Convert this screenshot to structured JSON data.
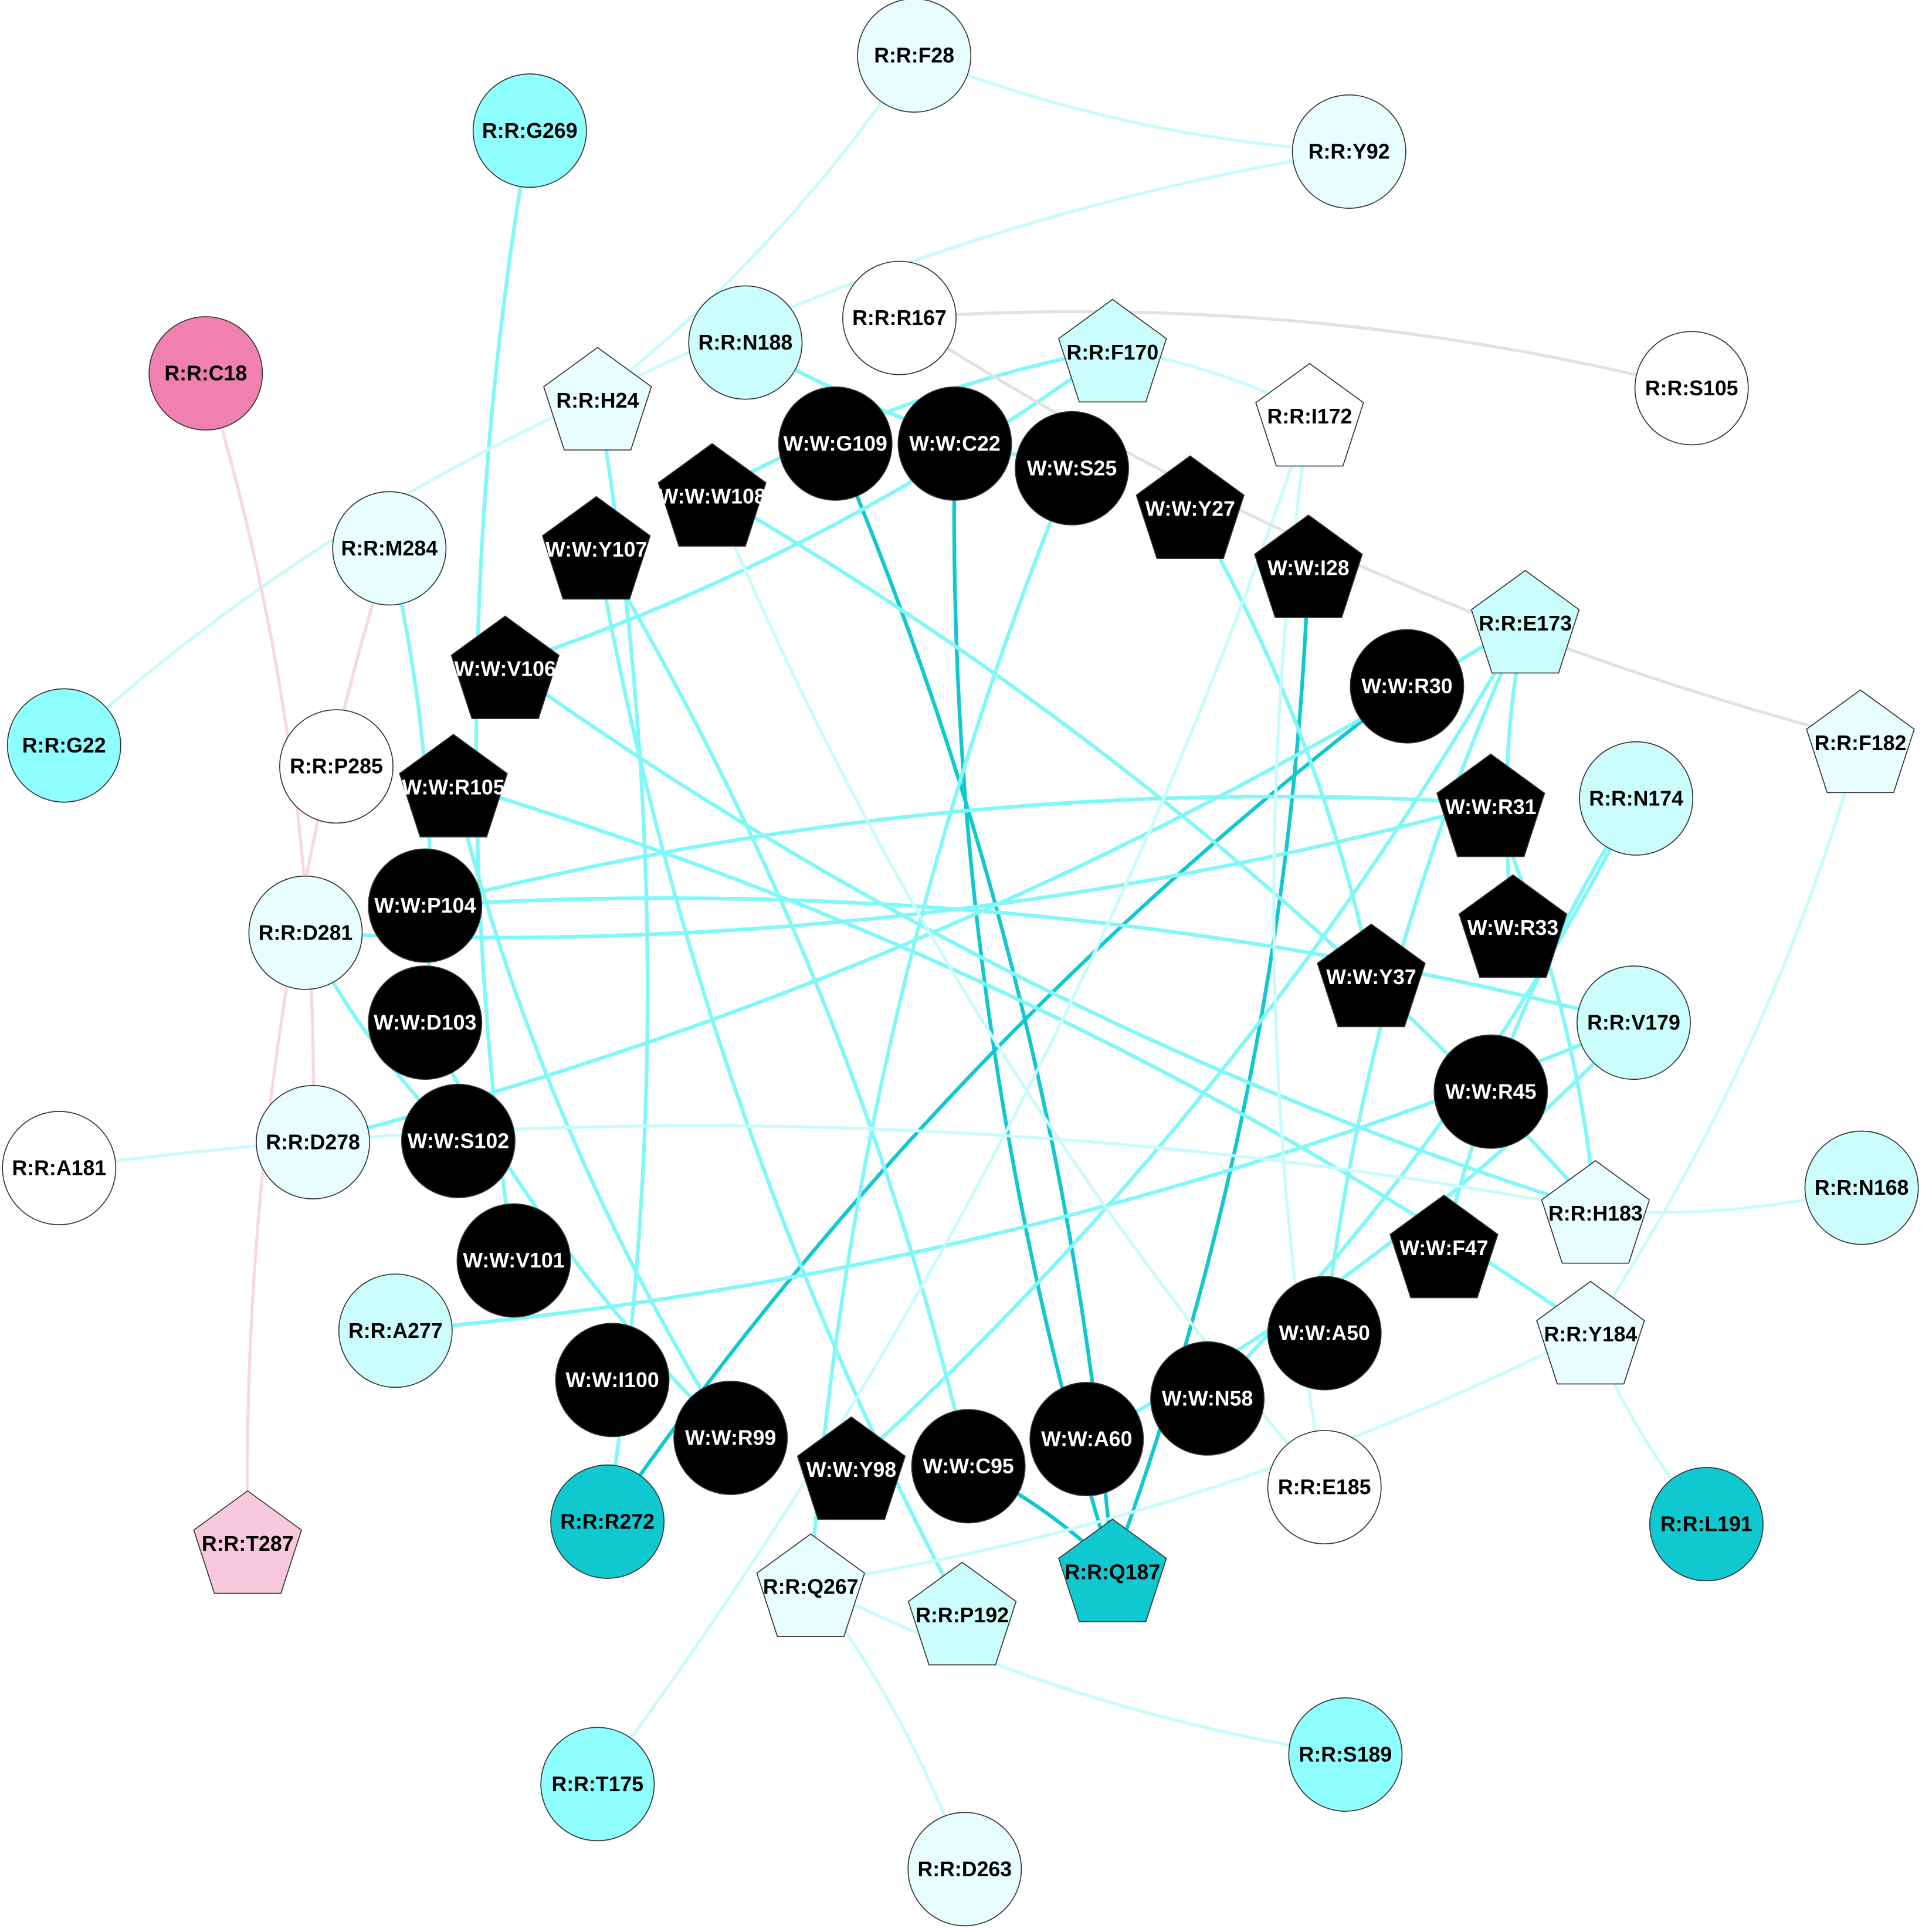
{
  "colors": {
    "strong": "#10c8d0",
    "medium": "#80f8f8",
    "weak": "#c8fcfc",
    "grey": "#e2e2e2",
    "pink": "#f8d8e4"
  },
  "nodes": [
    {
      "id": "R:R:F28",
      "shape": "circle",
      "fill": "#e8fefe"
    },
    {
      "id": "R:R:G269",
      "shape": "circle",
      "fill": "#8ffefe"
    },
    {
      "id": "R:R:Y92",
      "shape": "circle",
      "fill": "#e8fefe"
    },
    {
      "id": "R:R:C18",
      "shape": "circle",
      "fill": "#f080b0"
    },
    {
      "id": "R:R:N188",
      "shape": "circle",
      "fill": "#ccfdfd"
    },
    {
      "id": "R:R:R167",
      "shape": "circle",
      "fill": "#ffffff"
    },
    {
      "id": "R:R:F170",
      "shape": "pentagon",
      "fill": "#ccfdfd"
    },
    {
      "id": "R:R:S105",
      "shape": "circle",
      "fill": "#ffffff"
    },
    {
      "id": "R:R:H24",
      "shape": "pentagon",
      "fill": "#e8fefe"
    },
    {
      "id": "R:R:I172",
      "shape": "pentagon",
      "fill": "#ffffff"
    },
    {
      "id": "R:R:M284",
      "shape": "circle",
      "fill": "#e8fefe"
    },
    {
      "id": "R:R:E173",
      "shape": "pentagon",
      "fill": "#ccfdfd"
    },
    {
      "id": "R:R:G22",
      "shape": "circle",
      "fill": "#8ffefe"
    },
    {
      "id": "R:R:F182",
      "shape": "pentagon",
      "fill": "#e8fefe"
    },
    {
      "id": "R:R:P285",
      "shape": "circle",
      "fill": "#ffffff"
    },
    {
      "id": "R:R:N174",
      "shape": "circle",
      "fill": "#ccfdfd"
    },
    {
      "id": "R:R:D281",
      "shape": "circle",
      "fill": "#e8fefe"
    },
    {
      "id": "R:R:V179",
      "shape": "circle",
      "fill": "#ccfdfd"
    },
    {
      "id": "R:R:D278",
      "shape": "circle",
      "fill": "#e8fefe"
    },
    {
      "id": "R:R:A181",
      "shape": "circle",
      "fill": "#ffffff"
    },
    {
      "id": "R:R:N168",
      "shape": "circle",
      "fill": "#ccfdfd"
    },
    {
      "id": "R:R:H183",
      "shape": "pentagon",
      "fill": "#e8fefe"
    },
    {
      "id": "R:R:A277",
      "shape": "circle",
      "fill": "#ccfdfd"
    },
    {
      "id": "R:R:Y184",
      "shape": "pentagon",
      "fill": "#e8fefe"
    },
    {
      "id": "R:R:E185",
      "shape": "circle",
      "fill": "#ffffff"
    },
    {
      "id": "R:R:L191",
      "shape": "circle",
      "fill": "#10c8d0"
    },
    {
      "id": "R:R:T287",
      "shape": "pentagon",
      "fill": "#f8c8dc"
    },
    {
      "id": "R:R:R272",
      "shape": "circle",
      "fill": "#10c8d0"
    },
    {
      "id": "R:R:Q187",
      "shape": "pentagon",
      "fill": "#10c8d0"
    },
    {
      "id": "R:R:Q267",
      "shape": "pentagon",
      "fill": "#e8fefe"
    },
    {
      "id": "R:R:P192",
      "shape": "pentagon",
      "fill": "#ccfdfd"
    },
    {
      "id": "R:R:T175",
      "shape": "circle",
      "fill": "#8ffefe"
    },
    {
      "id": "R:R:S189",
      "shape": "circle",
      "fill": "#8ffefe"
    },
    {
      "id": "R:R:D263",
      "shape": "circle",
      "fill": "#e8fefe"
    },
    {
      "id": "W:W:G109",
      "shape": "circle",
      "fill": "#000000"
    },
    {
      "id": "W:W:C22",
      "shape": "circle",
      "fill": "#000000"
    },
    {
      "id": "W:W:S25",
      "shape": "circle",
      "fill": "#000000"
    },
    {
      "id": "W:W:W108",
      "shape": "pentagon",
      "fill": "#000000"
    },
    {
      "id": "W:W:Y27",
      "shape": "pentagon",
      "fill": "#000000"
    },
    {
      "id": "W:W:Y107",
      "shape": "pentagon",
      "fill": "#000000"
    },
    {
      "id": "W:W:I28",
      "shape": "pentagon",
      "fill": "#000000"
    },
    {
      "id": "W:W:V106",
      "shape": "pentagon",
      "fill": "#000000"
    },
    {
      "id": "W:W:R30",
      "shape": "circle",
      "fill": "#000000"
    },
    {
      "id": "W:W:R105",
      "shape": "pentagon",
      "fill": "#000000"
    },
    {
      "id": "W:W:R31",
      "shape": "pentagon",
      "fill": "#000000"
    },
    {
      "id": "W:W:P104",
      "shape": "circle",
      "fill": "#000000"
    },
    {
      "id": "W:W:R33",
      "shape": "pentagon",
      "fill": "#000000"
    },
    {
      "id": "W:W:Y37",
      "shape": "pentagon",
      "fill": "#000000"
    },
    {
      "id": "W:W:D103",
      "shape": "circle",
      "fill": "#000000"
    },
    {
      "id": "W:W:R45",
      "shape": "circle",
      "fill": "#000000"
    },
    {
      "id": "W:W:S102",
      "shape": "circle",
      "fill": "#000000"
    },
    {
      "id": "W:W:F47",
      "shape": "pentagon",
      "fill": "#000000"
    },
    {
      "id": "W:W:V101",
      "shape": "circle",
      "fill": "#000000"
    },
    {
      "id": "W:W:A50",
      "shape": "circle",
      "fill": "#000000"
    },
    {
      "id": "W:W:I100",
      "shape": "circle",
      "fill": "#000000"
    },
    {
      "id": "W:W:N58",
      "shape": "circle",
      "fill": "#000000"
    },
    {
      "id": "W:W:R99",
      "shape": "circle",
      "fill": "#000000"
    },
    {
      "id": "W:W:A60",
      "shape": "circle",
      "fill": "#000000"
    },
    {
      "id": "W:W:Y98",
      "shape": "pentagon",
      "fill": "#000000"
    },
    {
      "id": "W:W:C95",
      "shape": "circle",
      "fill": "#000000"
    }
  ],
  "edges": [
    [
      "W:W:G109",
      "R:R:Q187",
      "strong"
    ],
    [
      "W:W:C22",
      "R:R:Q187",
      "strong"
    ],
    [
      "W:W:I28",
      "R:R:Q187",
      "strong"
    ],
    [
      "W:W:R30",
      "R:R:R272",
      "strong"
    ],
    [
      "W:W:C95",
      "R:R:Q187",
      "strong"
    ],
    [
      "R:R:G269",
      "W:W:V101",
      "medium"
    ],
    [
      "R:R:H24",
      "R:R:R272",
      "medium"
    ],
    [
      "R:R:N188",
      "W:W:S25",
      "medium"
    ],
    [
      "R:R:F170",
      "W:W:V106",
      "medium"
    ],
    [
      "R:R:F170",
      "W:W:W108",
      "medium"
    ],
    [
      "W:W:Y107",
      "W:W:C95",
      "medium"
    ],
    [
      "W:W:Y107",
      "R:R:P192",
      "medium"
    ],
    [
      "W:W:W108",
      "R:R:H183",
      "medium"
    ],
    [
      "W:W:R105",
      "W:W:R99",
      "medium"
    ],
    [
      "W:W:R105",
      "R:R:Y184",
      "medium"
    ],
    [
      "W:W:V106",
      "R:R:H183",
      "medium"
    ],
    [
      "W:W:R31",
      "R:R:D281",
      "medium"
    ],
    [
      "W:W:R31",
      "W:W:P104",
      "medium"
    ],
    [
      "R:R:E173",
      "R:R:D278",
      "medium"
    ],
    [
      "R:R:E173",
      "W:W:R33",
      "medium"
    ],
    [
      "R:R:E173",
      "W:W:Y98",
      "medium"
    ],
    [
      "R:R:E173",
      "W:W:A50",
      "medium"
    ],
    [
      "R:R:N174",
      "W:W:N58",
      "medium"
    ],
    [
      "R:R:N174",
      "W:W:F47",
      "medium"
    ],
    [
      "R:R:V179",
      "R:R:A277",
      "medium"
    ],
    [
      "R:R:V179",
      "W:W:P104",
      "medium"
    ],
    [
      "R:R:V179",
      "W:W:A60",
      "medium"
    ],
    [
      "W:W:S25",
      "R:R:Q267",
      "medium"
    ],
    [
      "W:W:Y27",
      "W:W:Y37",
      "medium"
    ],
    [
      "R:R:D281",
      "W:W:S102",
      "medium"
    ],
    [
      "R:R:M284",
      "W:W:D103",
      "medium"
    ],
    [
      "W:W:D103",
      "W:W:R99",
      "medium"
    ],
    [
      "W:W:R31",
      "R:R:H183",
      "medium"
    ],
    [
      "R:R:F28",
      "R:R:Y92",
      "weak"
    ],
    [
      "R:R:F28",
      "R:R:H24",
      "weak"
    ],
    [
      "R:R:Y92",
      "R:R:H24",
      "weak"
    ],
    [
      "R:R:F170",
      "R:R:I172",
      "weak"
    ],
    [
      "R:R:H24",
      "R:R:G22",
      "weak"
    ],
    [
      "R:R:A181",
      "R:R:H183",
      "weak"
    ],
    [
      "R:R:H183",
      "R:R:N168",
      "weak"
    ],
    [
      "R:R:F182",
      "R:R:Y184",
      "weak"
    ],
    [
      "R:R:Y184",
      "R:R:L191",
      "weak"
    ],
    [
      "R:R:Y184",
      "R:R:Q267",
      "weak"
    ],
    [
      "R:R:Q267",
      "R:R:S189",
      "weak"
    ],
    [
      "R:R:Q267",
      "R:R:D263",
      "weak"
    ],
    [
      "R:R:T175",
      "R:R:I172",
      "weak"
    ],
    [
      "R:R:E185",
      "R:R:I172",
      "weak"
    ],
    [
      "W:W:W108",
      "R:R:E185",
      "weak"
    ],
    [
      "R:R:R167",
      "R:R:S105",
      "grey"
    ],
    [
      "R:R:R167",
      "R:R:F182",
      "grey"
    ],
    [
      "R:R:C18",
      "R:R:D278",
      "pink"
    ],
    [
      "R:R:M284",
      "R:R:T287",
      "pink"
    ]
  ]
}
